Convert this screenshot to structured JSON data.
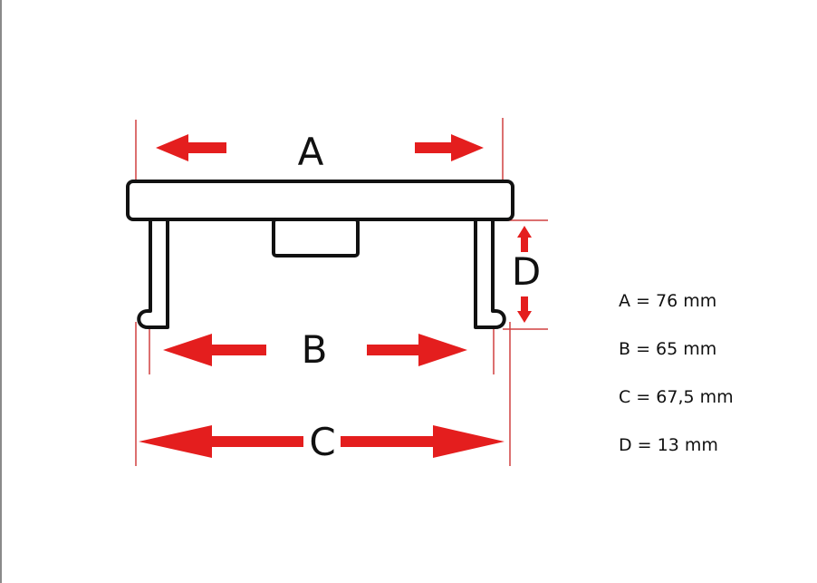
{
  "labels": {
    "a": "A",
    "b": "B",
    "c": "C",
    "d": "D"
  },
  "legend": [
    "A = 76 mm",
    "B = 65 mm",
    "C = 67,5 mm",
    "D = 13 mm"
  ],
  "colors": {
    "arrow": "#e41e1e",
    "outline": "#111111",
    "dim_line": "#d04040"
  }
}
